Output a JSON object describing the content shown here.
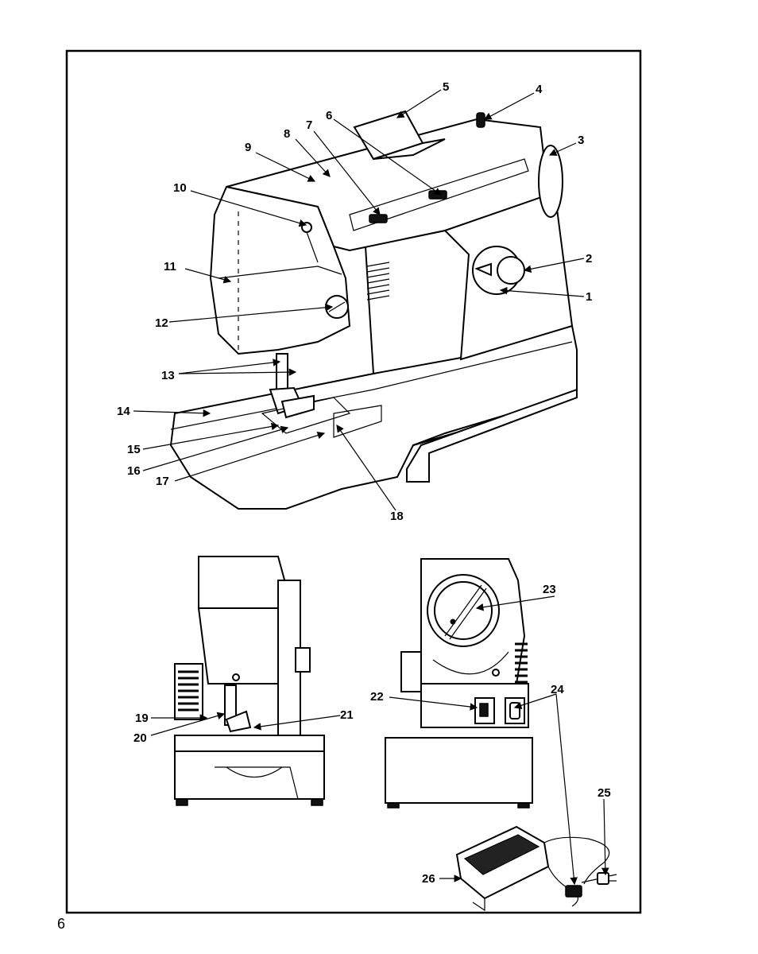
{
  "page": {
    "number": "6"
  },
  "callouts": {
    "c1": "1",
    "c2": "2",
    "c3": "3",
    "c4": "4",
    "c5": "5",
    "c6": "6",
    "c7": "7",
    "c8": "8",
    "c9": "9",
    "c10": "10",
    "c11": "11",
    "c12": "12",
    "c13": "13",
    "c14": "14",
    "c15": "15",
    "c16": "16",
    "c17": "17",
    "c18": "18",
    "c19": "19",
    "c20": "20",
    "c21": "21",
    "c22": "22",
    "c23": "23",
    "c24": "24",
    "c25": "25",
    "c26": "26"
  }
}
